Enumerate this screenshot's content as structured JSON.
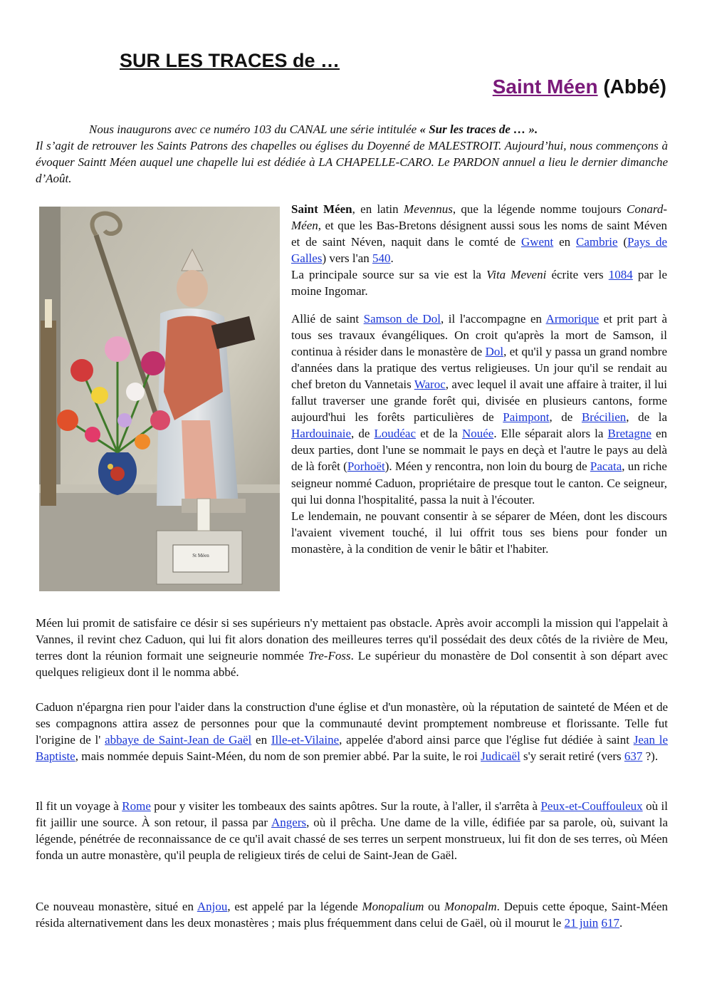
{
  "header": {
    "title": "SUR LES TRACES de …",
    "saint_name": "Saint Méen",
    "saint_suffix": " (Abbé)"
  },
  "intro": {
    "p1_a": "Nous inaugurons avec ce numéro 103 du CANAL une série intitulée ",
    "p1_b": "« Sur les traces de … ».",
    "p2": "Il s’agit de retrouver les Saints Patrons des chapelles ou églises du Doyenné de MALESTROIT. Aujourd’hui, nous commençons à évoquer Saintt Méen auquel une chapelle lui est dédiée à LA CHAPELLE-CARO. Le PARDON annuel a lieu le dernier dimanche d’Août."
  },
  "photo": {
    "plaque_text": "St Méen"
  },
  "col": {
    "p1": {
      "bold": "Saint Méen",
      "t1": ", en latin ",
      "i1": "Mevennus",
      "t2": ", que la légende nomme toujours ",
      "i2": "Conard-Méen",
      "t3": ", et que les Bas-Bretons désignent aussi sous les noms de saint Méven et de saint Néven, naquit dans le comté de ",
      "l1": "Gwent",
      "t4": " en ",
      "l2": "Cambrie",
      "t5": " (",
      "l3": "Pays de Galles",
      "t6": ") vers l'an ",
      "l4": "540",
      "t7": "."
    },
    "p2": {
      "t1": "La principale source sur sa vie est la ",
      "i1": "Vita Meveni",
      "t2": " écrite vers ",
      "l1": "1084",
      "t3": " par le moine Ingomar."
    },
    "p3": {
      "t1": "Allié de saint ",
      "l1": "Samson de Dol",
      "t2": ", il l'accompagne en ",
      "l2": "Armorique",
      "t3": " et prit part à tous ses travaux évangéliques. On croit qu'après la mort de Samson, il continua à résider dans le monastère de ",
      "l3": "Dol",
      "t4": ", et qu'il y passa un grand nombre d'années dans la pratique des vertus religieuses. Un jour qu'il se rendait au chef breton du Vannetais ",
      "l4": "Waroc",
      "t5": ", avec lequel il avait une affaire à traiter, il lui fallut traverser une grande forêt qui, divisée en plusieurs cantons, forme aujourd'hui les forêts particulières de ",
      "l5": "Paimpont",
      "t6": ", de ",
      "l6": "Brécilien",
      "t7": ", de la ",
      "l7": "Hardouinaie",
      "t8": ", de ",
      "l8": "Loudéac",
      "t9": " et de la ",
      "l9": "Nouée",
      "t10": ". Elle séparait alors la ",
      "l10": "Bretagne",
      "t11": " en deux parties, dont l'une se nommait le pays en deçà et l'autre le pays au delà de là forêt (",
      "l11": "Porhoët",
      "t12": "). Méen y rencontra, non loin du bourg de ",
      "l12": "Pacata",
      "t13": ", un riche seigneur nommé Caduon, propriétaire de presque tout le canton. Ce seigneur, qui lui donna l'hospitalité, passa la nuit à l'écouter."
    },
    "p4": "Le lendemain, ne pouvant consentir à se séparer de Méen, dont les discours l'avaient vivement touché, il lui offrit tous ses biens pour fonder un monastère, à la condition de venir le bâtir et l'habiter."
  },
  "full": {
    "p1": {
      "t1": "Méen lui promit de satisfaire ce désir si ses supérieurs n'y mettaient pas obstacle. Après avoir accompli la mission qui l'appelait à Vannes, il revint chez Caduon, qui lui fit alors donation des meilleures terres qu'il possédait des deux côtés de la rivière de Meu, terres dont la réunion formait une seigneurie nommée ",
      "i1": "Tre-Foss",
      "t2": ". Le supérieur du monastère de Dol consentit à son départ avec quelques religieux dont il le nomma abbé."
    },
    "p2": {
      "t1": "Caduon n'épargna rien pour l'aider dans la construction d'une église et d'un monastère, où la réputation de sainteté de Méen et de ses compagnons attira assez de personnes pour que la communauté devint promptement nombreuse et florissante. Telle fut l'origine de l' ",
      "l1": "abbaye de Saint-Jean de Gaël",
      "t2": " en ",
      "l2": "Ille-et-Vilaine",
      "t3": ", appelée d'abord ainsi parce que l'église fut dédiée à saint ",
      "l3": "Jean le Baptiste",
      "t4": ", mais nommée depuis Saint-Méen, du nom de son premier abbé. Par la suite, le roi ",
      "l4": "Judicaël",
      "t5": " s'y serait retiré (vers ",
      "l5": "637",
      "t6": " ?)."
    },
    "p3": {
      "t1": "Il fit un voyage à ",
      "l1": "Rome",
      "t2": " pour y visiter les tombeaux des saints apôtres. Sur la route, à l'aller, il s'arrêta à ",
      "l2": "Peux-et-Couffouleux",
      "t3": " où il fit jaillir une source. À son retour, il passa par ",
      "l3": "Angers",
      "t4": ", où il prêcha. Une dame de la ville, édifiée par sa parole, où, suivant la légende, pénétrée de reconnaissance de ce qu'il avait chassé de ses terres un serpent monstrueux, lui fit don de ses terres, où Méen fonda un autre monastère, qu'il peupla de religieux tirés de celui de Saint-Jean de Gaël."
    },
    "p4": {
      "t1": "Ce nouveau monastère, situé en ",
      "l1": "Anjou",
      "t2": ", est appelé par la légende ",
      "i1": "Monopalium",
      "t3": " ou ",
      "i2": "Monopalm",
      "t4": ". Depuis cette époque, Saint-Méen résida alternativement dans les deux monastères ; mais plus fréquemment dans celui de Gaël, où il mourut le ",
      "l2": "21 juin",
      "t5": " ",
      "l3": "617",
      "t6": "."
    }
  }
}
